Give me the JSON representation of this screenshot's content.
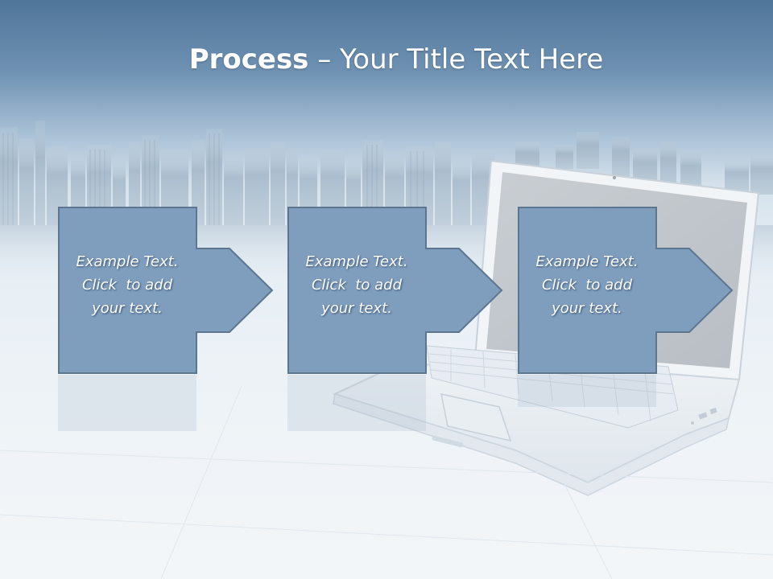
{
  "title": {
    "bold": "Process",
    "rest": " – Your Title Text Here"
  },
  "colors": {
    "box_fill": "#7f9ebe",
    "box_stroke": "#5c7690",
    "title_band": "#5a7fa2"
  },
  "steps": [
    {
      "line1": "Example Text.",
      "line2": "Click  to add",
      "line3": "your text."
    },
    {
      "line1": "Example Text.",
      "line2": "Click  to add",
      "line3": "your text."
    },
    {
      "line1": "Example Text.",
      "line2": "Click  to add",
      "line3": "your text."
    }
  ]
}
